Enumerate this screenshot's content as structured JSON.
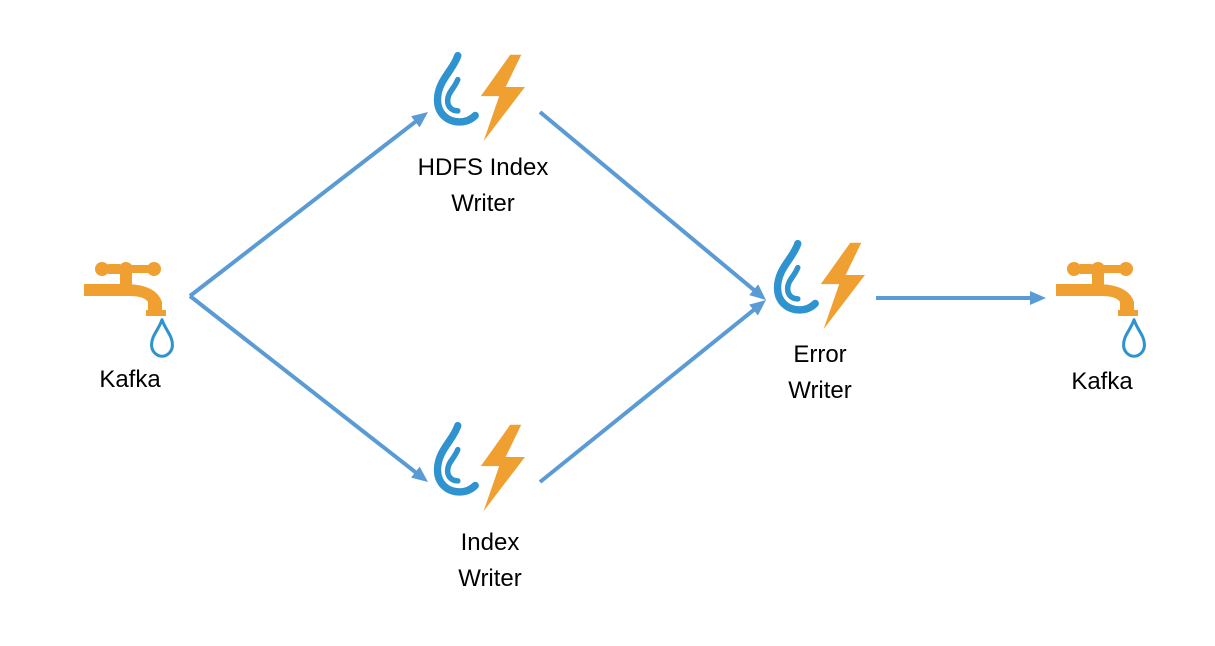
{
  "colors": {
    "arrow": "#5b9bd5",
    "water": "#2e93cf",
    "bolt": "#f0a030",
    "faucet": "#f0a030",
    "text": "#000000"
  },
  "nodes": {
    "kafka_source": {
      "icon": "faucet-icon",
      "label": "Kafka"
    },
    "hdfs_writer": {
      "icon": "storm-bolt-icon",
      "label_line1": "HDFS Index",
      "label_line2": "Writer"
    },
    "index_writer": {
      "icon": "storm-bolt-icon",
      "label_line1": "Index",
      "label_line2": "Writer"
    },
    "error_writer": {
      "icon": "storm-bolt-icon",
      "label_line1": "Error",
      "label_line2": "Writer"
    },
    "kafka_sink": {
      "icon": "faucet-icon",
      "label": "Kafka"
    }
  },
  "edges": [
    {
      "from": "kafka_source",
      "to": "hdfs_writer"
    },
    {
      "from": "kafka_source",
      "to": "index_writer"
    },
    {
      "from": "hdfs_writer",
      "to": "error_writer"
    },
    {
      "from": "index_writer",
      "to": "error_writer"
    },
    {
      "from": "error_writer",
      "to": "kafka_sink"
    }
  ]
}
